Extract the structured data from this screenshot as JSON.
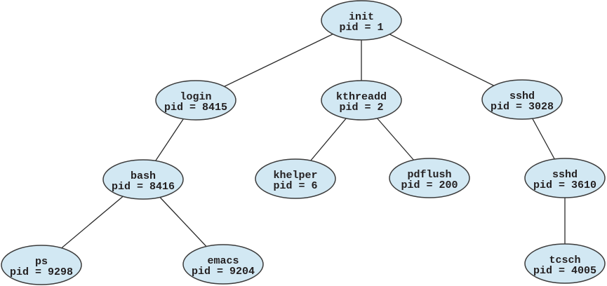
{
  "diagram": {
    "kind": "process-tree",
    "node_fill": "#d2e8f3",
    "node_stroke": "#3b3b3b",
    "edge_color": "#2a2a2a",
    "text_color": "#231f20",
    "nodes": [
      {
        "id": "init",
        "label": "init",
        "pid": "pid = 1"
      },
      {
        "id": "login",
        "label": "login",
        "pid": "pid = 8415"
      },
      {
        "id": "kthreadd",
        "label": "kthreadd",
        "pid": "pid = 2"
      },
      {
        "id": "sshd1",
        "label": "sshd",
        "pid": "pid = 3028"
      },
      {
        "id": "bash",
        "label": "bash",
        "pid": "pid = 8416"
      },
      {
        "id": "khelper",
        "label": "khelper",
        "pid": "pid = 6"
      },
      {
        "id": "pdflush",
        "label": "pdflush",
        "pid": "pid = 200"
      },
      {
        "id": "sshd2",
        "label": "sshd",
        "pid": "pid = 3610"
      },
      {
        "id": "ps",
        "label": "ps",
        "pid": "pid = 9298"
      },
      {
        "id": "emacs",
        "label": "emacs",
        "pid": "pid = 9204"
      },
      {
        "id": "tcsch",
        "label": "tcsch",
        "pid": "pid = 4005"
      }
    ],
    "edges": [
      [
        "init",
        "login"
      ],
      [
        "init",
        "kthreadd"
      ],
      [
        "init",
        "sshd1"
      ],
      [
        "login",
        "bash"
      ],
      [
        "kthreadd",
        "khelper"
      ],
      [
        "kthreadd",
        "pdflush"
      ],
      [
        "sshd1",
        "sshd2"
      ],
      [
        "bash",
        "ps"
      ],
      [
        "bash",
        "emacs"
      ],
      [
        "sshd2",
        "tcsch"
      ]
    ]
  }
}
